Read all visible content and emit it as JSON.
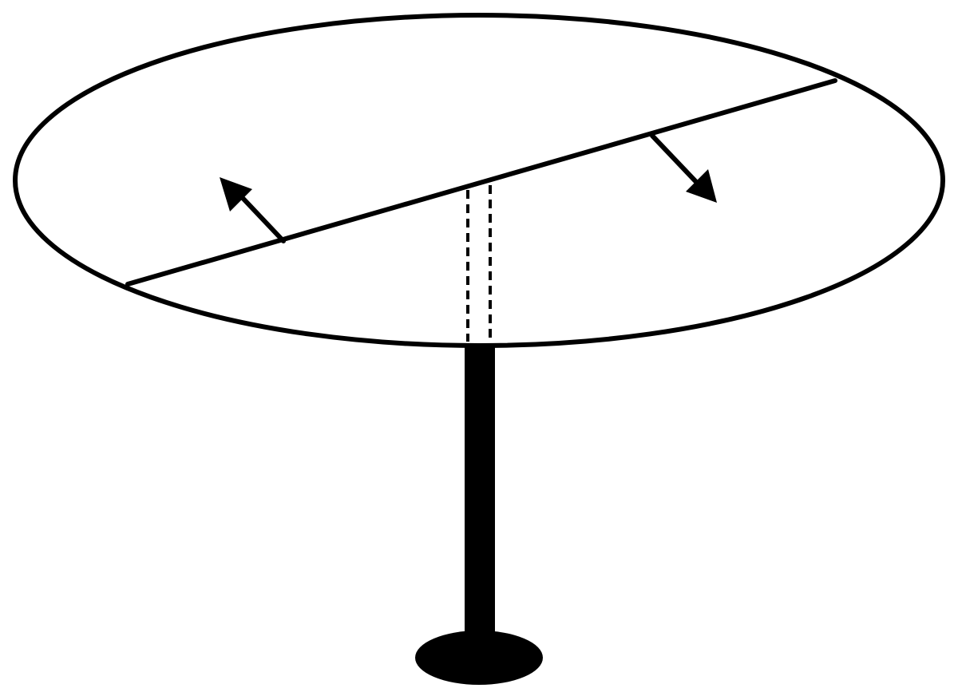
{
  "diagram": {
    "subject": "extendable-round-pedestal-table",
    "colors": {
      "background": "#ffffff",
      "ink": "#000000"
    },
    "parts": [
      {
        "id": "tabletop",
        "icon": "ellipse-outline"
      },
      {
        "id": "split-line",
        "icon": "diagonal-line"
      },
      {
        "id": "extend-arrow-left",
        "icon": "arrow-up-left"
      },
      {
        "id": "extend-arrow-right",
        "icon": "arrow-down-right"
      },
      {
        "id": "hidden-column",
        "icon": "dashed-lines"
      },
      {
        "id": "pedestal-column",
        "icon": "filled-rect"
      },
      {
        "id": "pedestal-base",
        "icon": "filled-ellipse"
      }
    ]
  }
}
